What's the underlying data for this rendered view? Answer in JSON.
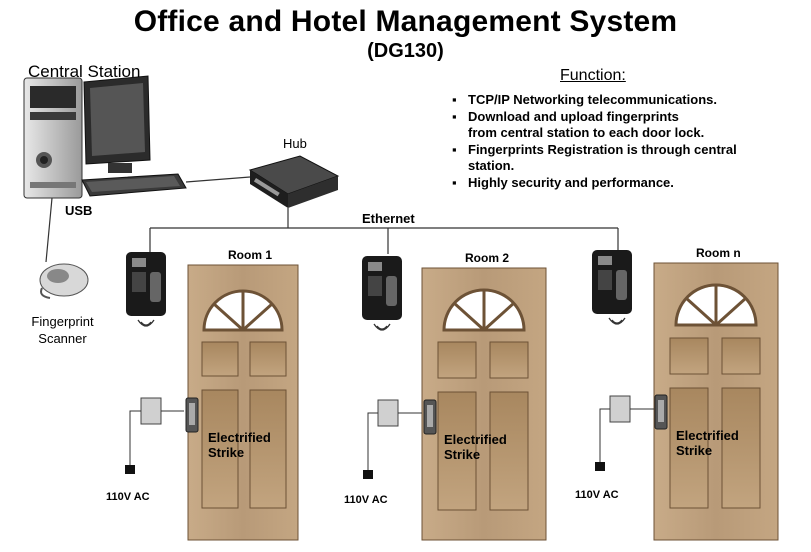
{
  "title": "Office and Hotel Management System",
  "subtitle": "(DG130)",
  "central_station": {
    "label": "Central Station"
  },
  "hub": {
    "label": "Hub"
  },
  "usb": {
    "label": "USB"
  },
  "ethernet": {
    "label": "Ethernet"
  },
  "scanner": {
    "label_line1": "Fingerprint",
    "label_line2": "Scanner"
  },
  "function": {
    "heading": "Function:",
    "items": [
      {
        "line1": "TCP/IP Networking telecommunications.",
        "line2": ""
      },
      {
        "line1": "Download and upload fingerprints",
        "line2": "from central station to each door lock."
      },
      {
        "line1": "Fingerprints Registration is through central",
        "line2": "station."
      },
      {
        "line1": "Highly security and performance.",
        "line2": ""
      }
    ]
  },
  "rooms": [
    {
      "label": "Room 1",
      "strike_line1": "Electrified",
      "strike_line2": "Strike",
      "power": "110V AC"
    },
    {
      "label": "Room 2",
      "strike_line1": "Electrified",
      "strike_line2": "Strike",
      "power": "110V AC"
    },
    {
      "label": "Room n",
      "strike_line1": "Electrified",
      "strike_line2": "Strike",
      "power": "110V AC"
    }
  ],
  "colors": {
    "door_wood": "#b89a78",
    "door_dark": "#8a6c4c",
    "device_black": "#1a1a1a"
  },
  "icons": [
    "computer-tower-icon",
    "monitor-icon",
    "keyboard-icon",
    "hub-icon",
    "fingerprint-scanner-icon",
    "fingerprint-terminal-icon",
    "wireless-signal-icon",
    "door-icon",
    "power-adapter-icon",
    "plug-icon",
    "lock-strike-icon"
  ]
}
